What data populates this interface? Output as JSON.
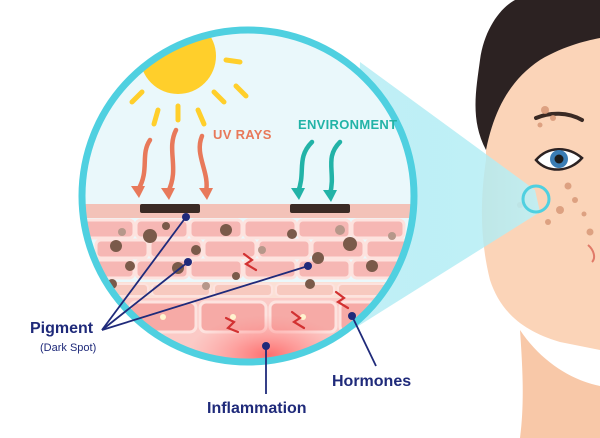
{
  "labels": {
    "uv_rays": "UV RAYS",
    "environment": "ENVIRONMENT",
    "pigment": "Pigment",
    "pigment_sub": "(Dark Spot)",
    "hormones": "Hormones",
    "inflammation": "Inflammation"
  },
  "colors": {
    "uv": "#e8795a",
    "environment": "#22b3a7",
    "label_text": "#1f2a7a",
    "magnifier_ring": "#4fd0e0",
    "sun": "#ffcf2b",
    "skin_layer": "#f6b7b4",
    "pigment_spot": "#7a5a4a",
    "inflammation_glow": "#ff6a6a"
  },
  "icons": [
    "sun-icon",
    "uv-arrow-icon",
    "environment-arrow-icon",
    "face-illustration",
    "magnifier-lens-icon"
  ]
}
